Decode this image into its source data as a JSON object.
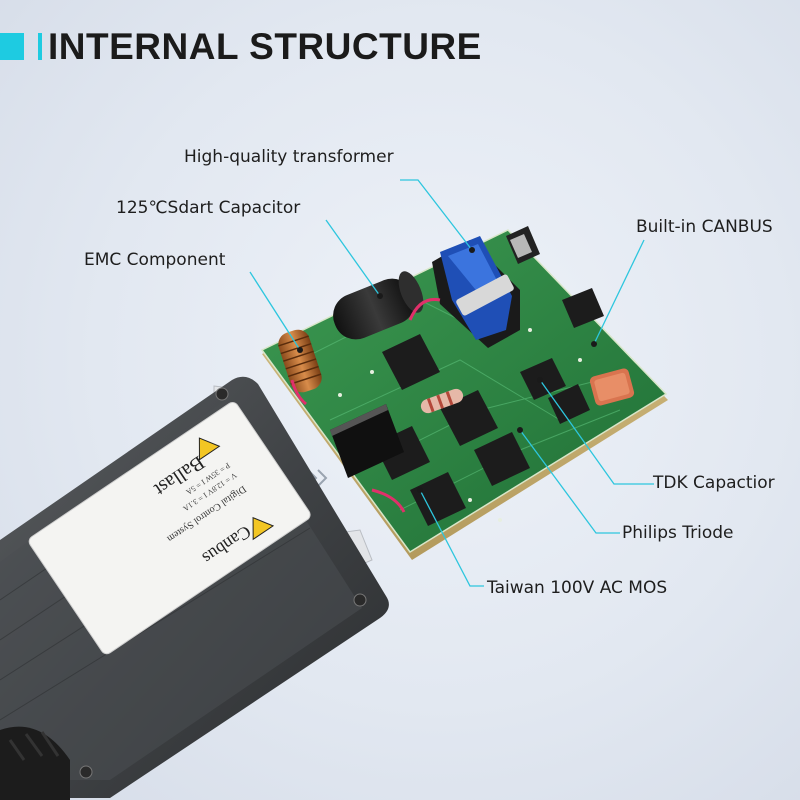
{
  "header": {
    "title": "INTERNAL STRUCTURE",
    "accent_color": "#1ecbe1"
  },
  "callouts": [
    {
      "id": "transformer",
      "label": "High-quality transformer"
    },
    {
      "id": "capacitor",
      "label": "125℃Sdart Capacitor"
    },
    {
      "id": "emc",
      "label": "EMC Component"
    },
    {
      "id": "canbus",
      "label": "Built-in CANBUS"
    },
    {
      "id": "tdk",
      "label": "TDK Capactior"
    },
    {
      "id": "triode",
      "label": "Philips Triode"
    },
    {
      "id": "mos",
      "label": "Taiwan 100V AC MOS"
    }
  ],
  "ballast": {
    "brand": "Canbus",
    "name": "Ballast",
    "subtitle": "Digital Control System",
    "specs": [
      "V = 12.8V  I = 3.1A",
      "P = 35W  I = 5A"
    ],
    "line_color": "#2dc6de"
  }
}
